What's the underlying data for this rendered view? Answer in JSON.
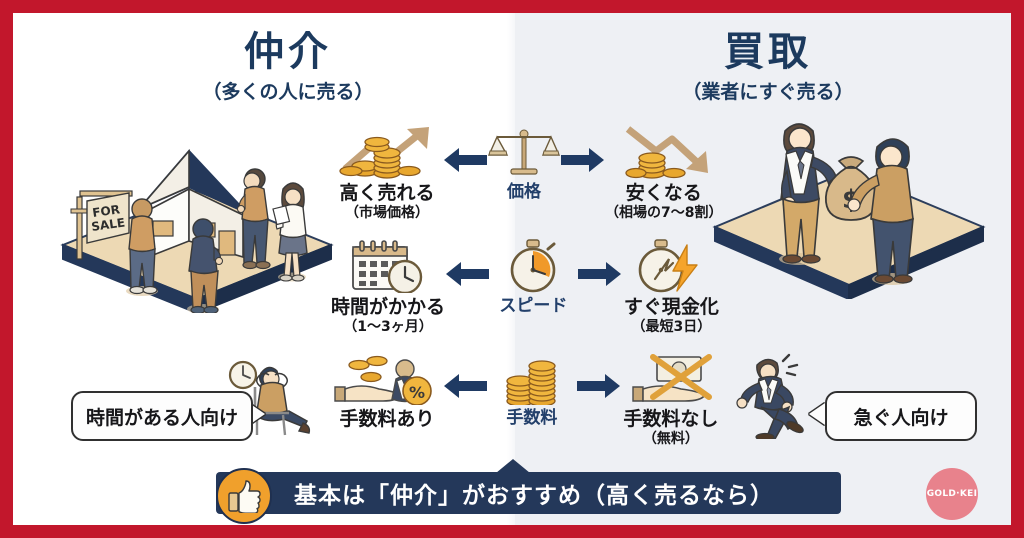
{
  "theme": {
    "border_color": "#c2172c",
    "navy": "#1c3a5e",
    "banner_navy": "#24385a",
    "orange": "#f0a02c",
    "gold": "#e0a63f",
    "tan": "#c8a06a",
    "logo_pink": "#e8828c",
    "right_half_tint": "#eef0f4"
  },
  "headings": {
    "left": {
      "main": "仲介",
      "sub": "（多くの人に売る）"
    },
    "right": {
      "main": "買取",
      "sub": "（業者にすぐ売る）"
    }
  },
  "rows": [
    {
      "key": "price",
      "middle": {
        "label": "価格",
        "icon": "balance-scale-icon"
      },
      "left": {
        "label": "高く売れる",
        "sublabel": "（市場価格）",
        "icon": "coins-up-arrow-icon"
      },
      "right": {
        "label": "安くなる",
        "sublabel": "（相場の7〜8割）",
        "icon": "coins-down-arrow-icon"
      }
    },
    {
      "key": "speed",
      "middle": {
        "label": "スピード",
        "icon": "stopwatch-icon"
      },
      "left": {
        "label": "時間がかかる",
        "sublabel": "（1〜3ヶ月）",
        "icon": "calendar-clock-icon"
      },
      "right": {
        "label": "すぐ現金化",
        "sublabel": "（最短3日）",
        "icon": "stopwatch-bolt-icon"
      }
    },
    {
      "key": "fee",
      "middle": {
        "label": "手数料",
        "icon": "coin-stacks-icon"
      },
      "left": {
        "label": "手数料あり",
        "sublabel": "",
        "icon": "hand-coins-percent-icon"
      },
      "right": {
        "label": "手数料なし",
        "sublabel": "（無料）",
        "icon": "cash-crossed-out-icon"
      }
    }
  ],
  "callouts": {
    "left": {
      "text": "時間がある人向け",
      "icon": "person-sitting-relaxed-icon"
    },
    "right": {
      "text": "急ぐ人向け",
      "icon": "person-running-icon"
    }
  },
  "banner": {
    "text": "基本は「仲介」がおすすめ（高く売るなら）",
    "icon": "thumbs-up-icon"
  },
  "logo": {
    "text": "GOLD·KEI"
  },
  "illustrations": {
    "left": {
      "name": "house-for-sale-scene",
      "sign_text": "FOR SALE"
    },
    "right": {
      "name": "money-bag-handover-scene",
      "bag_symbol": "$"
    }
  },
  "arrows": {
    "left_label": "arrow-left",
    "right_label": "arrow-right",
    "color": "#1f3a63"
  }
}
